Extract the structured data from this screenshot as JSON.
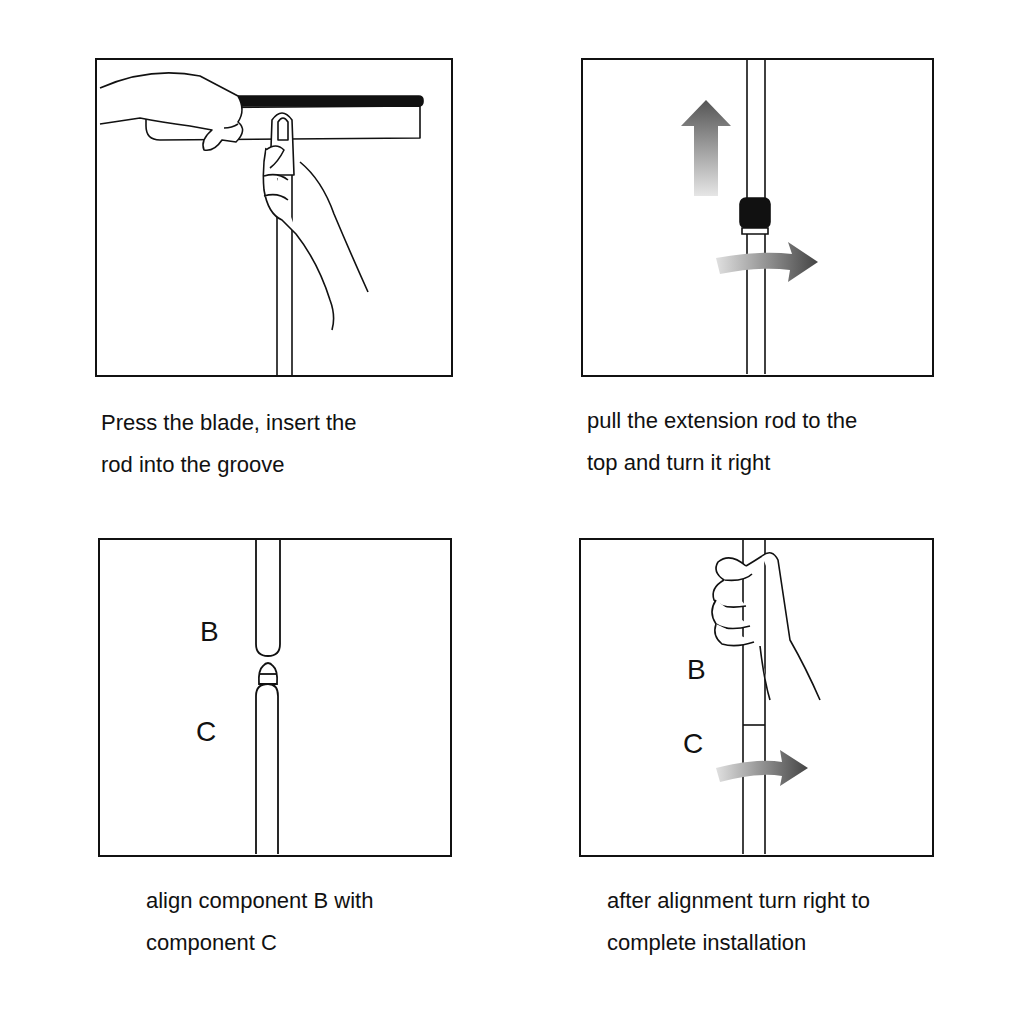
{
  "diagram": {
    "nodes": [
      {
        "text": [
          "Press the blade, insert the rod into the groove"
        ]
      },
      {
        "text": [
          "pull the extension rod to the top and turn it right"
        ]
      },
      {
        "text": [
          "B",
          "C",
          "align component B with component C"
        ]
      },
      {
        "text": [
          "B",
          "C",
          "after alignment turn right to complete installation"
        ]
      }
    ]
  }
}
